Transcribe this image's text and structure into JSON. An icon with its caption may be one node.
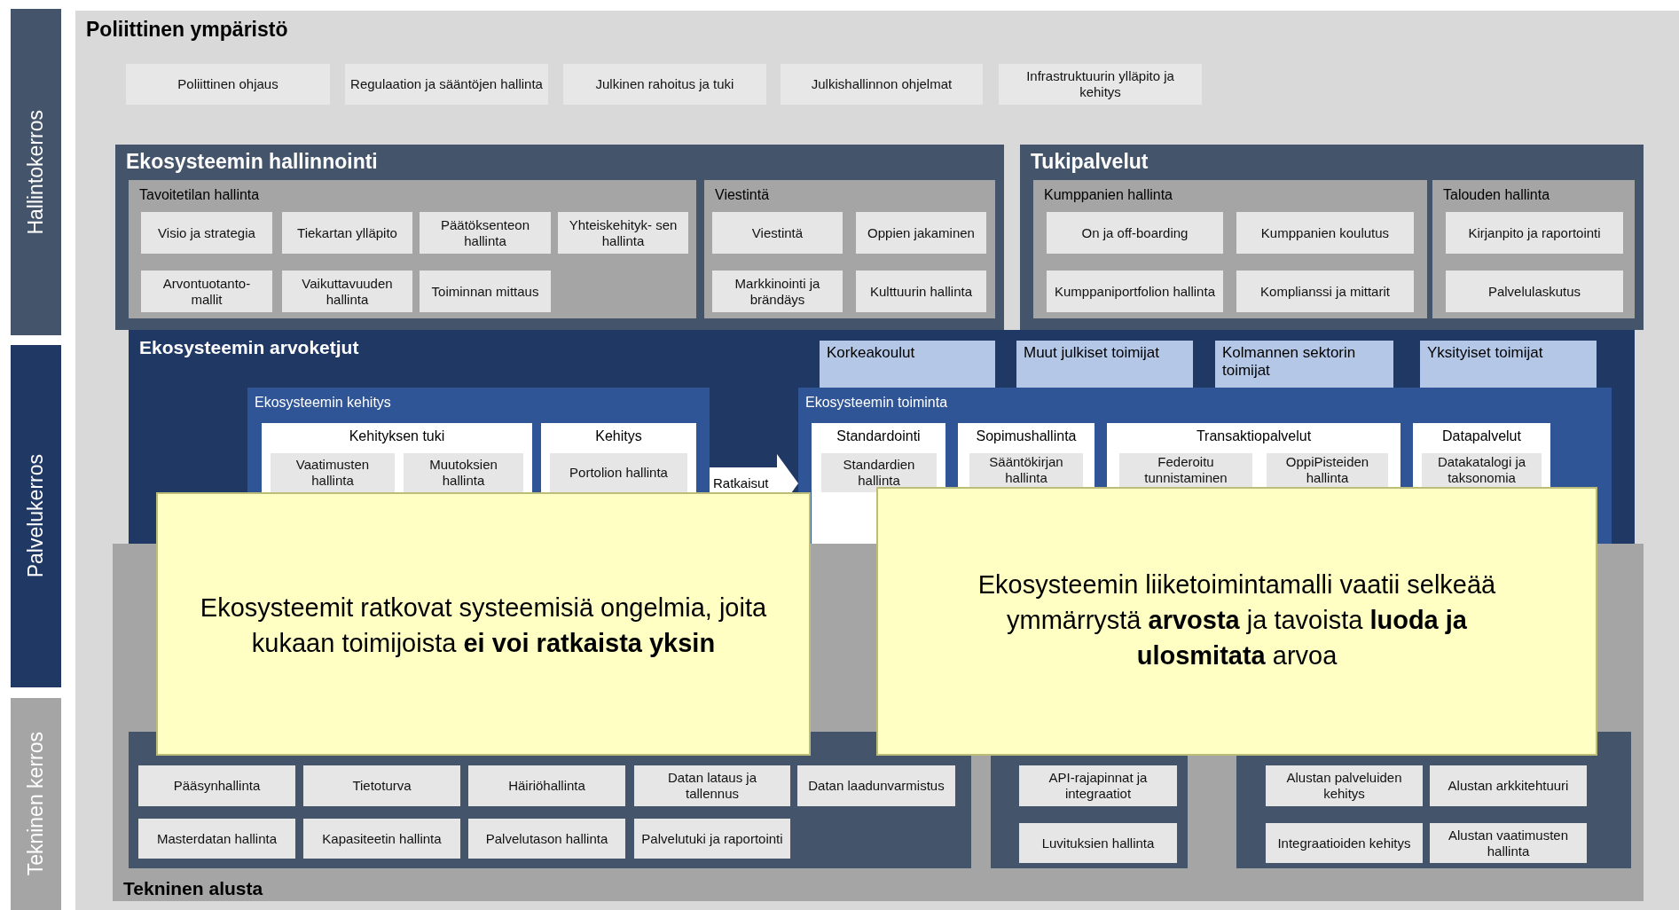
{
  "diagram": {
    "nodes": [
      {
        "text": [
          "Hallintokerros"
        ]
      },
      {
        "text": [
          "Palvelukerros"
        ]
      },
      {
        "text": [
          "Tekninen kerros"
        ]
      },
      {
        "text": [
          "Poliittinen ympäristö"
        ]
      },
      {
        "text": [
          "Poliittinen ohjaus"
        ],
        "in": 3
      },
      {
        "text": [
          "Regulaation ja sääntöjen hallinta"
        ],
        "in": 3
      },
      {
        "text": [
          "Julkinen rahoitus ja tuki"
        ],
        "in": 3
      },
      {
        "text": [
          "Julkishallinnon ohjelmat"
        ],
        "in": 3
      },
      {
        "text": [
          "Infrastruktuurin ylläpito ja kehitys"
        ],
        "in": 3
      },
      {
        "text": [
          "Ekosysteemin hallinnointi"
        ],
        "in": 3
      },
      {
        "text": [
          "Tavoitetilan hallinta"
        ],
        "in": 9
      },
      {
        "text": [
          "Visio ja strategia"
        ],
        "in": 10
      },
      {
        "text": [
          "Tiekartan ylläpito"
        ],
        "in": 10
      },
      {
        "text": [
          "Päätöksenteon hallinta"
        ],
        "in": 10
      },
      {
        "text": [
          "Yhteiskehityk- sen hallinta"
        ],
        "in": 10
      },
      {
        "text": [
          "Arvontuotanto- mallit"
        ],
        "in": 10
      },
      {
        "text": [
          "Vaikuttavuuden hallinta"
        ],
        "in": 10
      },
      {
        "text": [
          "Toiminnan mittaus"
        ],
        "in": 10
      },
      {
        "text": [
          "Viestintä"
        ],
        "in": 9
      },
      {
        "text": [
          "Viestintä"
        ],
        "in": 18
      },
      {
        "text": [
          "Oppien jakaminen"
        ],
        "in": 18
      },
      {
        "text": [
          "Markkinointi ja brändäys"
        ],
        "in": 18
      },
      {
        "text": [
          "Kulttuurin hallinta"
        ],
        "in": 18
      },
      {
        "text": [
          "Tukipalvelut"
        ],
        "in": 3
      },
      {
        "text": [
          "Kumppanien hallinta"
        ],
        "in": 23
      },
      {
        "text": [
          "On ja off-boarding"
        ],
        "in": 24
      },
      {
        "text": [
          "Kumppanien koulutus"
        ],
        "in": 24
      },
      {
        "text": [
          "Kumppaniportfolion hallinta"
        ],
        "in": 24
      },
      {
        "text": [
          "Komplianssi ja mittarit"
        ],
        "in": 24
      },
      {
        "text": [
          "Talouden hallinta"
        ],
        "in": 23
      },
      {
        "text": [
          "Kirjanpito ja raportointi"
        ],
        "in": 29
      },
      {
        "text": [
          "Palvelulaskutus"
        ],
        "in": 29
      },
      {
        "text": [
          "Ekosysteemin arvoketjut"
        ],
        "in": 3
      },
      {
        "text": [
          "Korkeakoulut"
        ],
        "in": 32
      },
      {
        "text": [
          "Muut julkiset toimijat"
        ],
        "in": 32
      },
      {
        "text": [
          "Kolmannen sektorin toimijat"
        ],
        "in": 32
      },
      {
        "text": [
          "Yksityiset toimijat"
        ],
        "in": 32
      },
      {
        "text": [
          "Ekosysteemin kehitys"
        ],
        "in": 32
      },
      {
        "text": [
          "Kehityksen tuki"
        ],
        "in": 37
      },
      {
        "text": [
          "Vaatimusten hallinta"
        ],
        "in": 38
      },
      {
        "text": [
          "Muutoksien hallinta"
        ],
        "in": 38
      },
      {
        "text": [
          "Kehitys"
        ],
        "in": 37
      },
      {
        "text": [
          "Portolion hallinta"
        ],
        "in": 41
      },
      {
        "text": [
          "Ekosysteemin toiminta"
        ],
        "in": 32
      },
      {
        "text": [
          "Standardointi"
        ],
        "in": 43
      },
      {
        "text": [
          "Standardien hallinta"
        ],
        "in": 44
      },
      {
        "text": [
          "Sopimushallinta"
        ],
        "in": 43
      },
      {
        "text": [
          "Sääntökirjan hallinta"
        ],
        "in": 46
      },
      {
        "text": [
          "Transaktiopalvelut"
        ],
        "in": 43
      },
      {
        "text": [
          "Federoitu tunnistaminen"
        ],
        "in": 48
      },
      {
        "text": [
          "OppiPisteiden hallinta"
        ],
        "in": 48
      },
      {
        "text": [
          "Datapalvelut"
        ],
        "in": 43
      },
      {
        "text": [
          "Datakatalogi ja taksonomia"
        ],
        "in": 51
      },
      {
        "text": [
          "Tekninen alusta"
        ],
        "in": 3
      },
      {
        "text": [],
        "shape": "box",
        "in": 53
      },
      {
        "text": [
          "Pääsynhallinta"
        ],
        "in": 54
      },
      {
        "text": [
          "Tietoturva"
        ],
        "in": 54
      },
      {
        "text": [
          "Häiriöhallinta"
        ],
        "in": 54
      },
      {
        "text": [
          "Datan lataus ja tallennus"
        ],
        "in": 54
      },
      {
        "text": [
          "Datan laadunvarmistus"
        ],
        "in": 54
      },
      {
        "text": [
          "Masterdatan hallinta"
        ],
        "in": 54
      },
      {
        "text": [
          "Kapasiteetin hallinta"
        ],
        "in": 54
      },
      {
        "text": [
          "Palvelutason hallinta"
        ],
        "in": 54
      },
      {
        "text": [
          "Palvelutuki ja raportointi"
        ],
        "in": 54
      },
      {
        "text": [],
        "shape": "box",
        "in": 53
      },
      {
        "text": [
          "API-rajapinnat ja integraatiot"
        ],
        "in": 64
      },
      {
        "text": [
          "Luvituksien hallinta"
        ],
        "in": 64
      },
      {
        "text": [],
        "shape": "box",
        "in": 53
      },
      {
        "text": [
          "Alustan palveluiden kehitys"
        ],
        "in": 67
      },
      {
        "text": [
          "Alustan arkkitehtuuri"
        ],
        "in": 67
      },
      {
        "text": [
          "Integraatioiden kehitys"
        ],
        "in": 67
      },
      {
        "text": [
          "Alustan vaatimusten hallinta"
        ],
        "in": 67
      },
      {
        "text": [
          "Ekosysteemit ratkovat systeemisiä ongelmia, joita kukaan toimijoista **ei voi ratkaista yksin**"
        ],
        "in": 3
      },
      {
        "text": [
          "Ekosysteemin liiketoimintamalli vaatii selkeää ymmärrystä **arvosta** ja tavoista **luoda ja ulosmitata** arvoa"
        ],
        "in": 3
      }
    ],
    "edges": [
      {
        "from": 37,
        "to": 43,
        "arrow": "to",
        "label": "Ratkaisut"
      }
    ]
  }
}
